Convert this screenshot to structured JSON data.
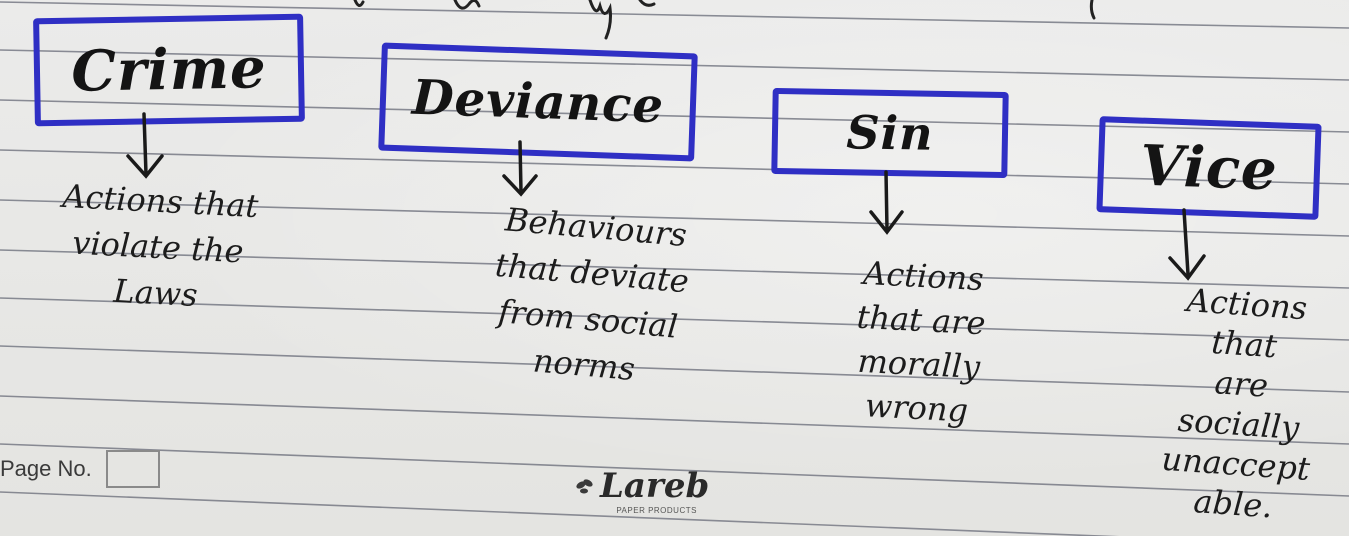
{
  "boxes": [
    {
      "title": "Crime",
      "lines": [
        "Actions that",
        "violate the",
        "Laws"
      ]
    },
    {
      "title": "Deviance",
      "lines": [
        "Behaviours",
        "that deviate",
        "from social",
        "norms"
      ]
    },
    {
      "title": "Sin",
      "lines": [
        "Actions",
        "that are",
        "morally",
        "wrong"
      ]
    },
    {
      "title": "Vice",
      "lines": [
        "Actions",
        "that",
        "are",
        "socially",
        "unaccept",
        "able."
      ]
    }
  ],
  "footer": {
    "page_no_label": "Page No.",
    "brand": "Lareb",
    "brand_sub": "PAPER PRODUCTS"
  },
  "colors": {
    "box_ink": "#2f2fc4",
    "text_ink": "#141414",
    "paper": "#e9e9e6",
    "rule": "#6f7380"
  }
}
